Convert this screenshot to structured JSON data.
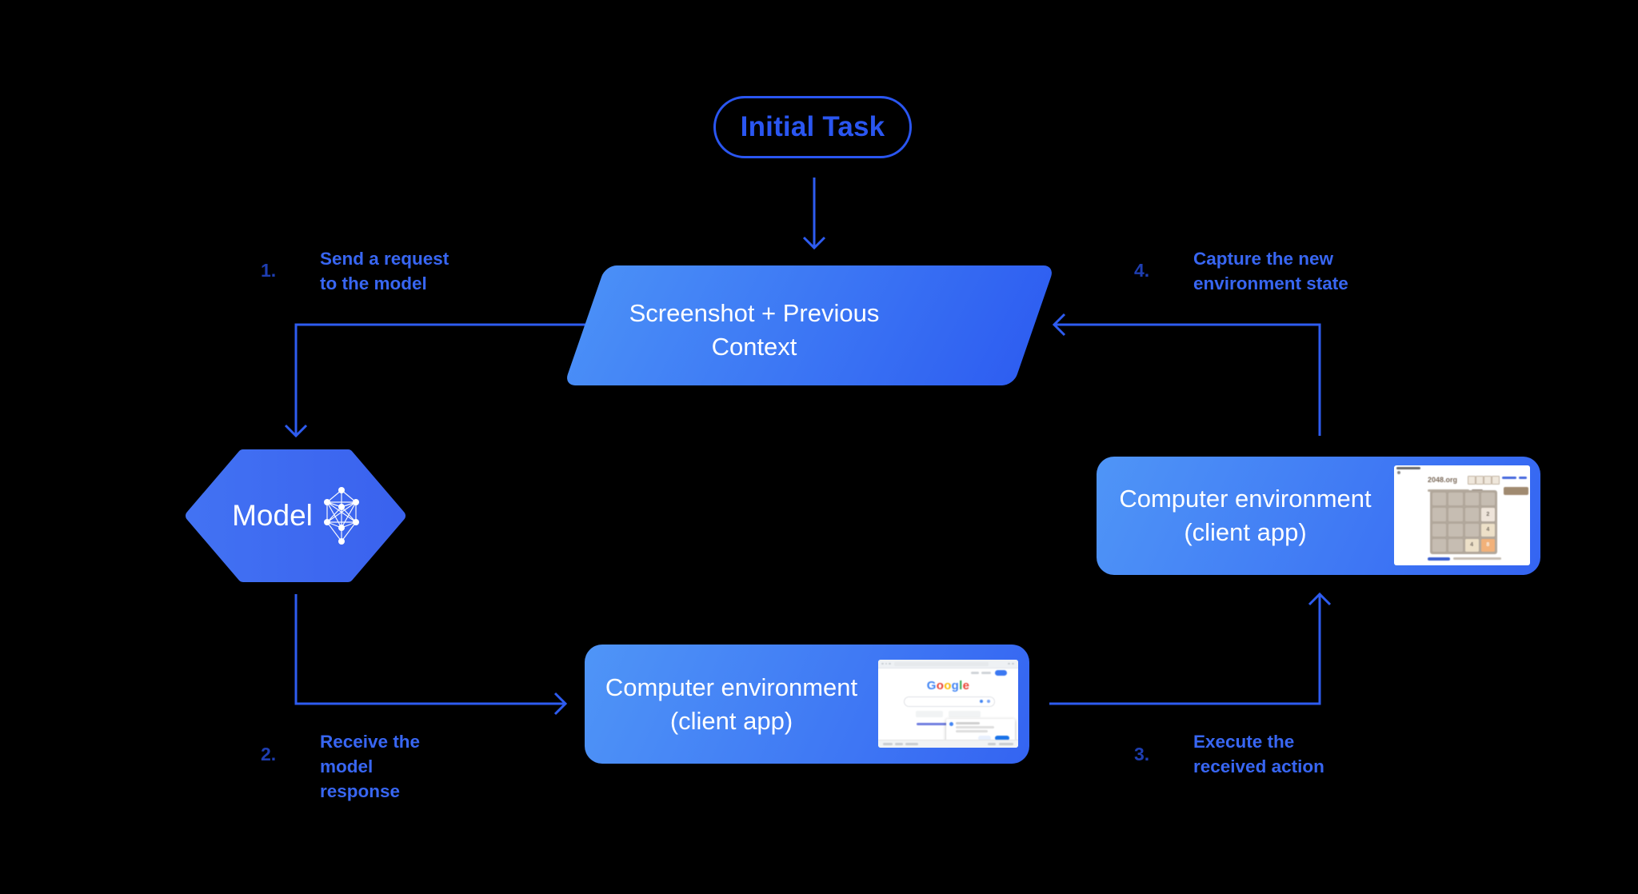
{
  "background": "#000000",
  "palette": {
    "accent_blue": "#2e5cf0",
    "pill_blue": "#2a56f1",
    "label_text_blue": "#3866f2",
    "label_number_blue": "#1e3eb2",
    "shape_text": "#ffffff",
    "gradient_light": "#4f95f7",
    "gradient_dark": "#3464f2"
  },
  "nodes": {
    "initial_task": {
      "label": "Initial Task"
    },
    "context": {
      "label": "Screenshot + Previous Context"
    },
    "model": {
      "label": "Model"
    },
    "env_bottom": {
      "label": "Computer environment (client app)"
    },
    "env_right": {
      "label": "Computer environment (client app)"
    }
  },
  "steps": [
    {
      "num": "1.",
      "text": "Send a request to the model"
    },
    {
      "num": "2.",
      "text": "Receive the model response"
    },
    {
      "num": "3.",
      "text": "Execute the received action"
    },
    {
      "num": "4.",
      "text": "Capture the new environment state"
    }
  ],
  "thumbnails": {
    "browser": {
      "logo_letters": [
        "G",
        "o",
        "o",
        "g",
        "l",
        "e"
      ],
      "logo_colors": [
        "#4285F4",
        "#EA4335",
        "#FBBC05",
        "#4285F4",
        "#34A853",
        "#EA4335"
      ]
    },
    "game": {
      "site": "2048.org",
      "grid": [
        [
          "",
          "",
          "",
          ""
        ],
        [
          "",
          "",
          "",
          "2"
        ],
        [
          "",
          "",
          "",
          "4"
        ],
        [
          "",
          "",
          "4",
          "8"
        ]
      ],
      "tile_colors": {
        "2": {
          "bg": "#eee4da",
          "fg": "#776e65"
        },
        "4": {
          "bg": "#ede0c8",
          "fg": "#776e65"
        },
        "8": {
          "bg": "#f2b179",
          "fg": "#f9f6f2"
        }
      }
    }
  }
}
